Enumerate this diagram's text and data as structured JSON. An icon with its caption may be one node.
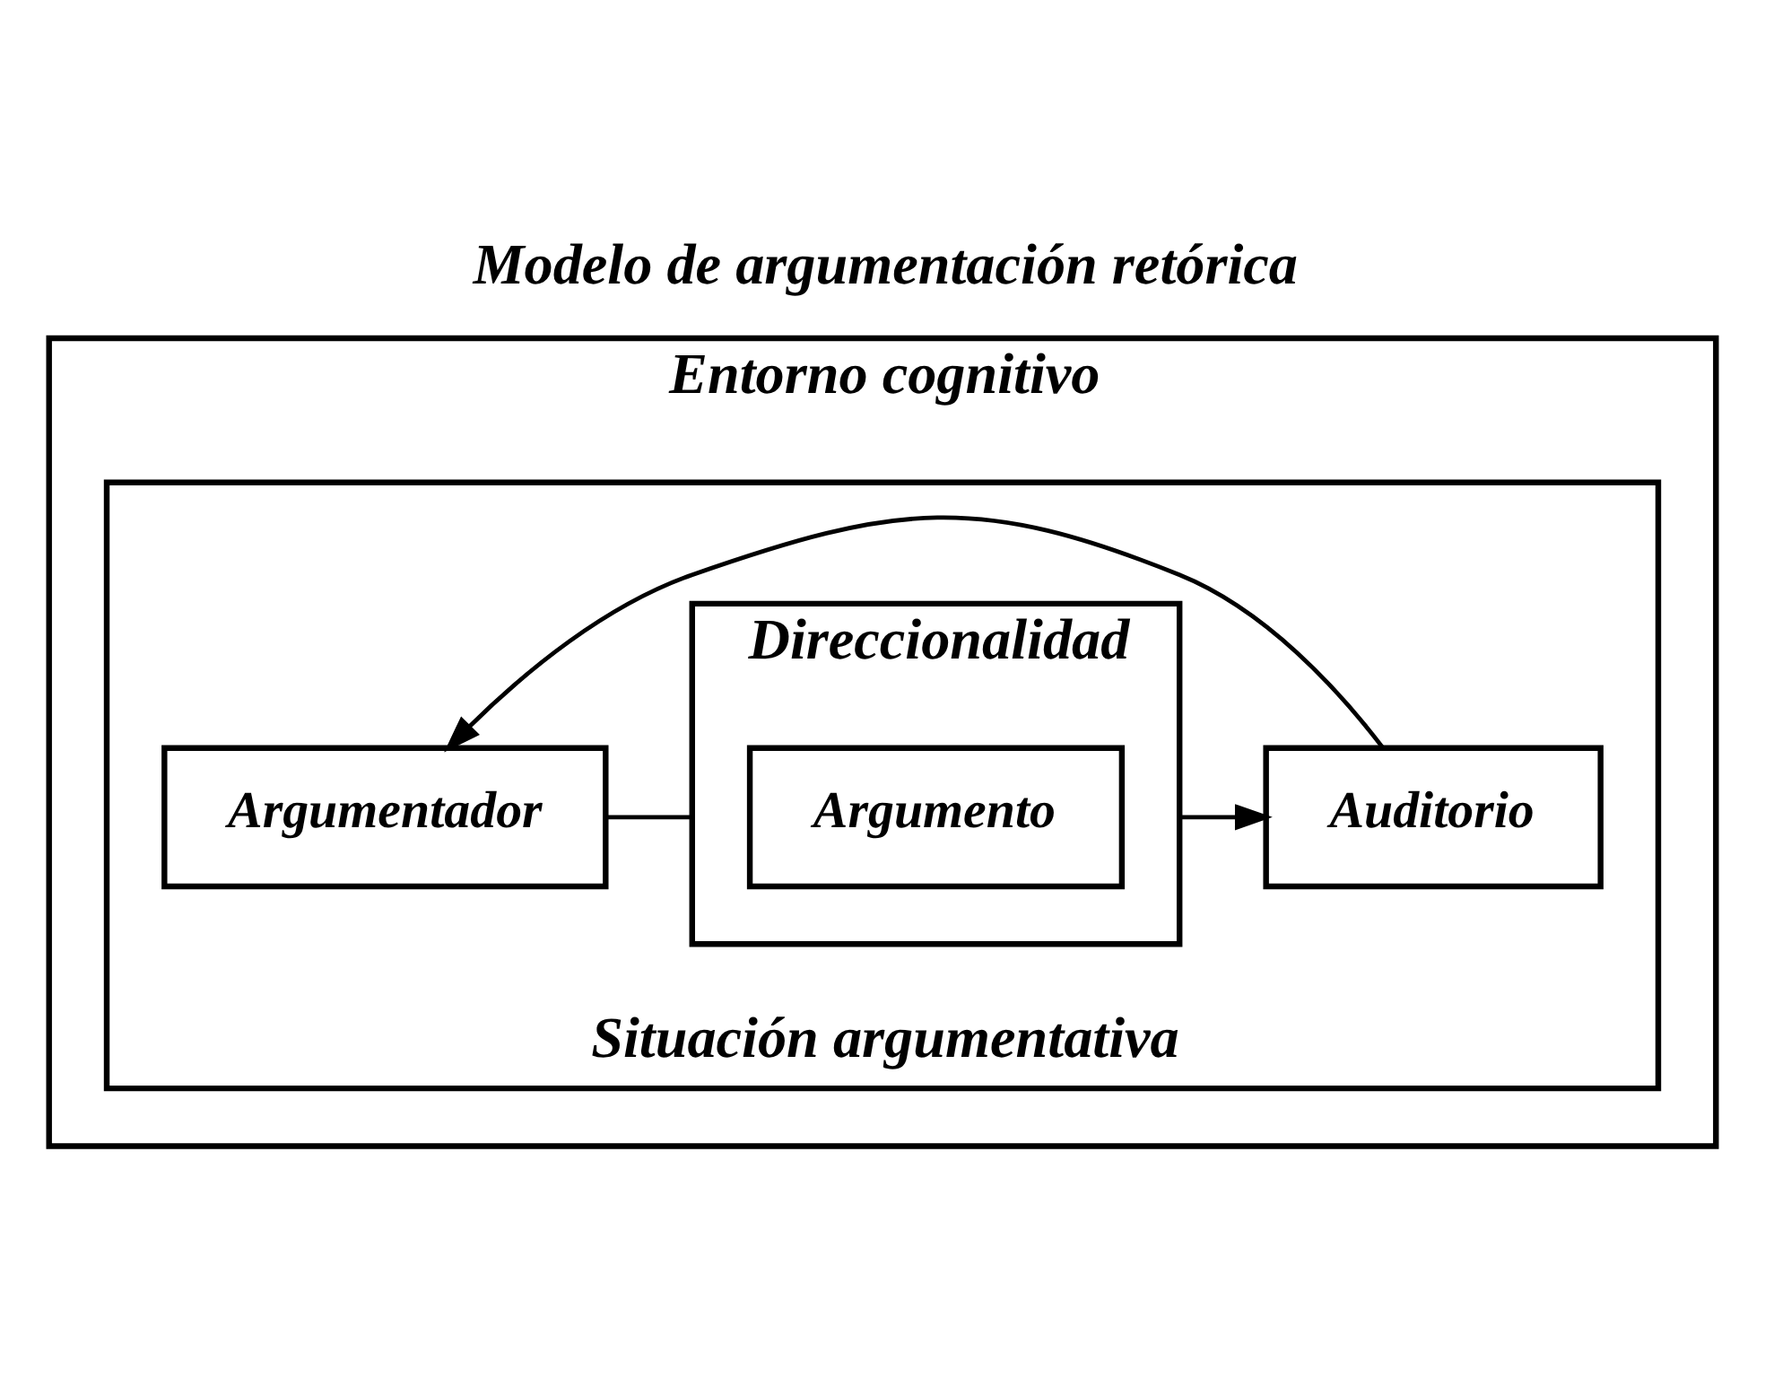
{
  "diagram": {
    "title": "Modelo de argumentación retórica",
    "nodes": [
      {
        "text": [
          "Entorno cognitivo"
        ]
      },
      {
        "text": [
          "Situación argumentativa"
        ],
        "in": 0
      },
      {
        "text": [
          "Argumentador"
        ],
        "in": 1
      },
      {
        "text": [
          "Direccionalidad"
        ],
        "in": 1
      },
      {
        "text": [
          "Argumento"
        ],
        "in": 3
      },
      {
        "text": [
          "Auditorio"
        ],
        "in": 1
      }
    ],
    "edges": [
      {
        "from": 2,
        "to": 3,
        "arrow": "none"
      },
      {
        "from": 3,
        "to": 5,
        "arrow": "to"
      },
      {
        "from": 5,
        "to": 2,
        "arrow": "to"
      }
    ]
  }
}
